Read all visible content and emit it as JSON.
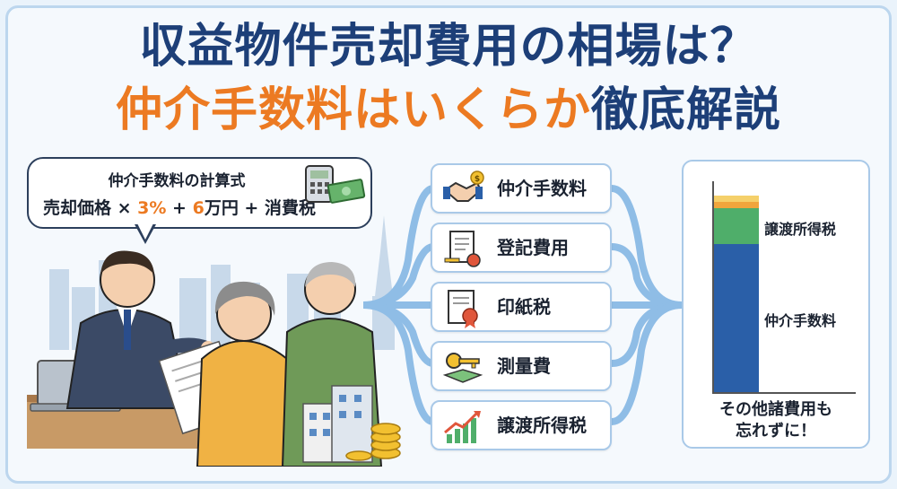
{
  "title": {
    "line1": "収益物件売却費用の相場は？",
    "line2_accent": "仲介手数料はいくらか",
    "line2_rest": "徹底解説"
  },
  "speech_bubble": {
    "heading": "仲介手数料の計算式",
    "formula_part1": "売却価格 × ",
    "formula_accent1": "3%",
    "formula_part2": " + ",
    "formula_accent2": "6",
    "formula_part3": "万円 + 消費税"
  },
  "cost_items": [
    {
      "label": "仲介手数料",
      "icon": "handshake-icon"
    },
    {
      "label": "登記費用",
      "icon": "document-stamp-icon"
    },
    {
      "label": "印紙税",
      "icon": "certificate-icon"
    },
    {
      "label": "測量費",
      "icon": "key-map-icon"
    },
    {
      "label": "譲渡所得税",
      "icon": "rising-chart-icon"
    }
  ],
  "chart_data": {
    "type": "bar",
    "stacked": true,
    "series": [
      {
        "name": "仲介手数料",
        "value": 0.71,
        "color": "#2a5fa8"
      },
      {
        "name": "譲渡所得税",
        "value": 0.17,
        "color": "#4fae6a"
      },
      {
        "name": "",
        "value": 0.03,
        "color": "#f0a53c"
      },
      {
        "name": "",
        "value": 0.03,
        "color": "#f5d06a"
      }
    ],
    "note_line1": "その他諸費用も",
    "note_line2": "忘れずに！"
  },
  "colors": {
    "navy": "#1d3f78",
    "orange": "#ec7a22",
    "flow_blue": "#7fb2df"
  }
}
